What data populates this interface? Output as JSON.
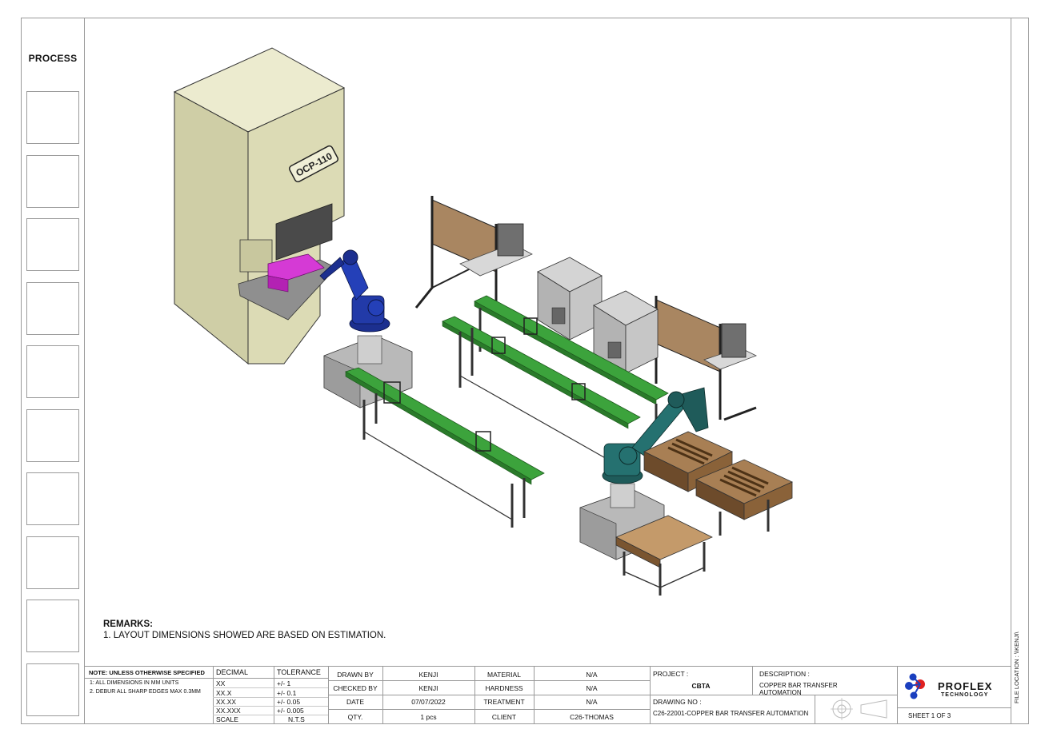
{
  "sidebar": {
    "title": "PROCESS",
    "boxes": 10
  },
  "drawing": {
    "press_label": "OCP-110"
  },
  "remarks": {
    "title": "REMARKS:",
    "line1": "1. LAYOUT DIMENSIONS SHOWED ARE BASED ON ESTIMATION."
  },
  "notes": {
    "header": "NOTE: UNLESS OTHERWISE SPECIFIED",
    "line1": "1: ALL DIMENSIONS IN MM UNITS",
    "line2": "2. DEBUR ALL SHARP EDGES MAX 0.3MM"
  },
  "tolerance": {
    "decimal_header": "DECIMAL",
    "tolerance_header": "TOLERANCE",
    "rows": [
      {
        "decimal": "XX",
        "tolerance": "+/- 1"
      },
      {
        "decimal": "XX.X",
        "tolerance": "+/- 0.1"
      },
      {
        "decimal": "XX.XX",
        "tolerance": "+/- 0.05"
      },
      {
        "decimal": "XX.XXX",
        "tolerance": "+/- 0.005"
      },
      {
        "decimal": "SCALE",
        "tolerance": "N.T.S"
      }
    ]
  },
  "title_block": {
    "drawn_by_label": "DRAWN BY",
    "drawn_by": "KENJI",
    "checked_by_label": "CHECKED BY",
    "checked_by": "KENJI",
    "date_label": "DATE",
    "date": "07/07/2022",
    "qty_label": "QTY.",
    "qty": "1 pcs",
    "material_label": "MATERIAL",
    "material": "N/A",
    "hardness_label": "HARDNESS",
    "hardness": "N/A",
    "treatment_label": "TREATMENT",
    "treatment": "N/A",
    "client_label": "CLIENT",
    "client": "C26-THOMAS",
    "project_label": "PROJECT :",
    "project": "CBTA",
    "description_label": "DESCRIPTION :",
    "description_line1": "COPPER BAR TRANSFER",
    "description_line2": "AUTOMATION",
    "drawing_no_label": "DRAWING NO :",
    "drawing_no": "C26-22001-COPPER BAR TRANSFER AUTOMATION",
    "sheet": "SHEET 1 OF 3"
  },
  "logo": {
    "name": "PROFLEX",
    "sub": "TECHNOLOGY"
  },
  "file_location": "FILE LOCATION :  \\\\KENJI\\",
  "colors": {
    "press": "#d9d9b4",
    "robot_blue": "#1c2f8f",
    "robot_teal": "#1f5b5a",
    "conveyor": "#3ca33c",
    "magenta": "#d52ad5",
    "wood": "#b58a5a",
    "steel": "#3a3a3a"
  }
}
